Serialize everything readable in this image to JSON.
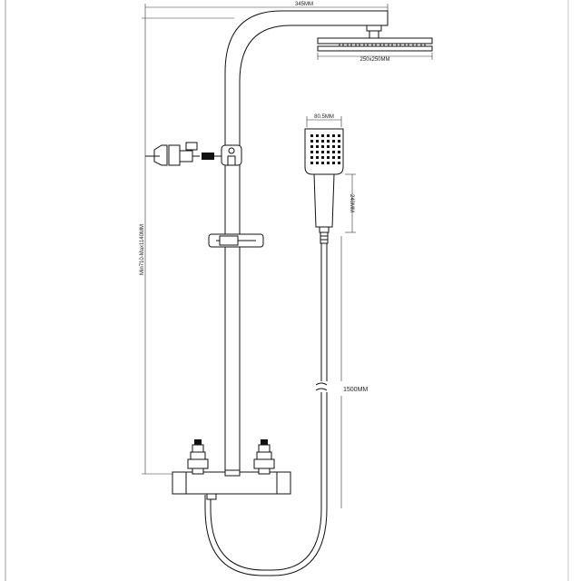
{
  "dimensions": {
    "top_width": "345MM",
    "head_size": "250x250MM",
    "hand_width": "80.5MM",
    "hand_length": "240MM",
    "height_range": "Min710-Max1140MM",
    "hose_length": "1500MM"
  }
}
